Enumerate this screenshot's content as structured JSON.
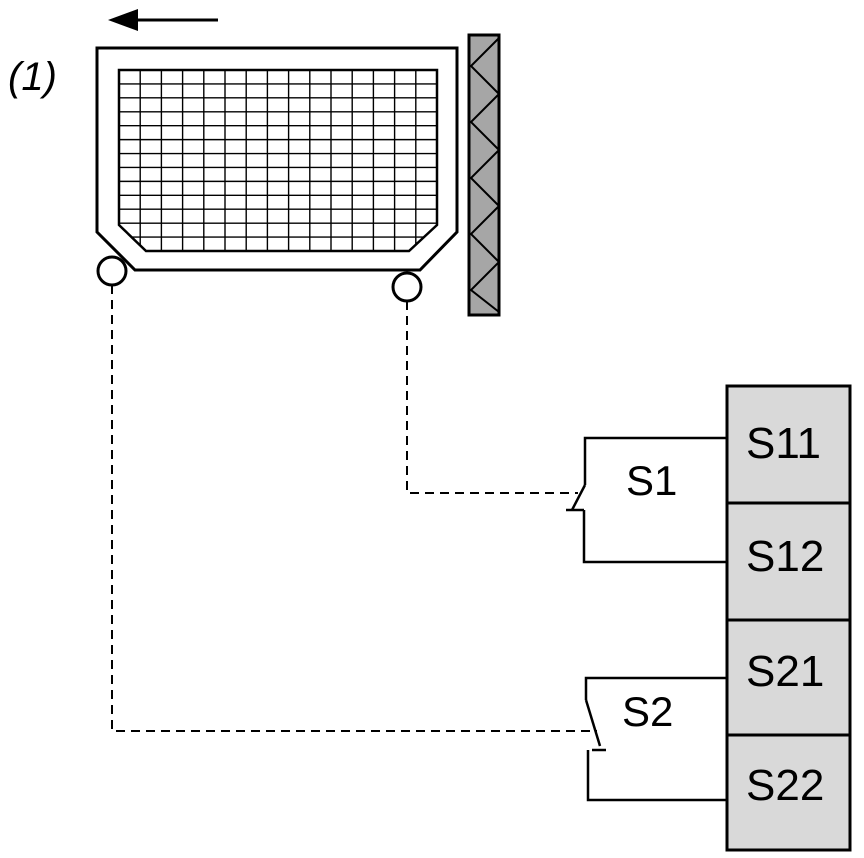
{
  "figure": {
    "reference_label": "(1)",
    "switches": [
      {
        "id": "S1",
        "label": "S1"
      },
      {
        "id": "S2",
        "label": "S2"
      }
    ],
    "terminals": [
      {
        "id": "S11",
        "label": "S11"
      },
      {
        "id": "S12",
        "label": "S12"
      },
      {
        "id": "S21",
        "label": "S21"
      },
      {
        "id": "S22",
        "label": "S22"
      }
    ],
    "colors": {
      "line": "#000000",
      "terminal_fill": "#d9d9d9",
      "wall_fill": "#a6a6a6"
    }
  }
}
